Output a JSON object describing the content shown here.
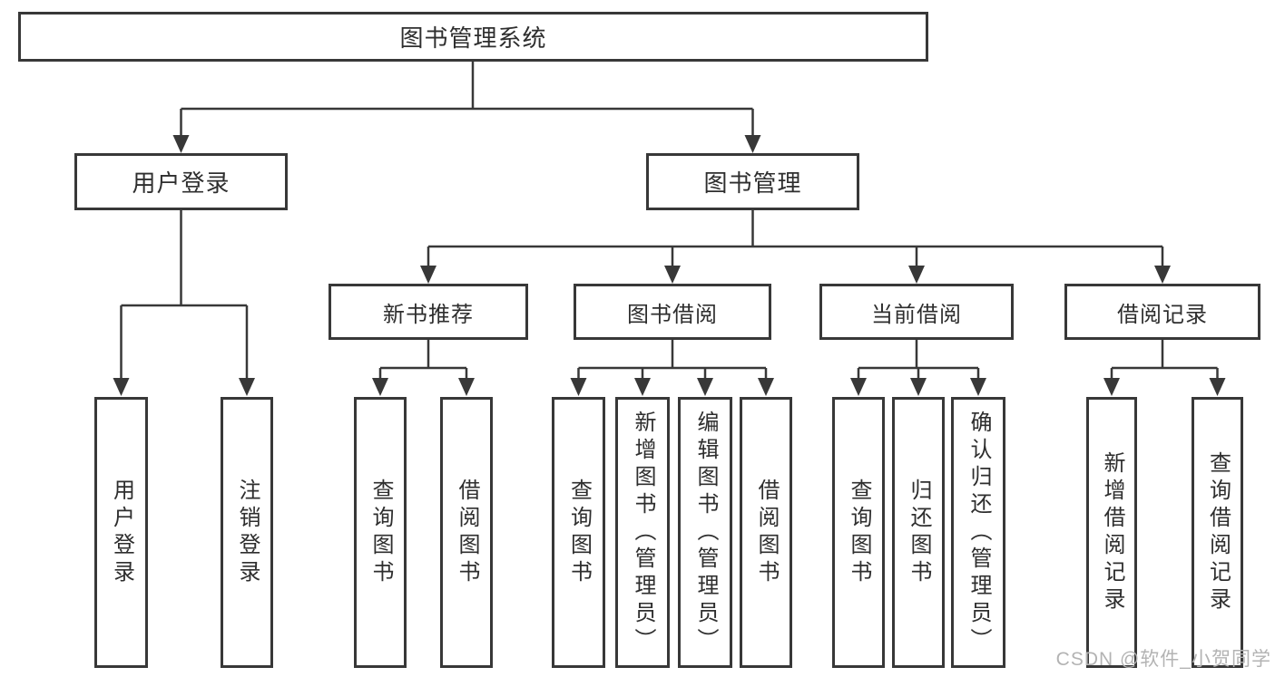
{
  "tree": {
    "root": {
      "label": "图书管理系统"
    },
    "branches": [
      {
        "label": "用户登录",
        "children": [
          {
            "label": "用户登录"
          },
          {
            "label": "注销登录"
          }
        ]
      },
      {
        "label": "图书管理",
        "children": [
          {
            "label": "新书推荐",
            "children": [
              {
                "label": "查询图书"
              },
              {
                "label": "借阅图书"
              }
            ]
          },
          {
            "label": "图书借阅",
            "children": [
              {
                "label": "查询图书"
              },
              {
                "label": "新增图书（管理员）"
              },
              {
                "label": "编辑图书（管理员）"
              },
              {
                "label": "借阅图书"
              }
            ]
          },
          {
            "label": "当前借阅",
            "children": [
              {
                "label": "查询图书"
              },
              {
                "label": "归还图书"
              },
              {
                "label": "确认归还（管理员）"
              }
            ]
          },
          {
            "label": "借阅记录",
            "children": [
              {
                "label": "新增借阅记录"
              },
              {
                "label": "查询借阅记录"
              }
            ]
          }
        ]
      }
    ]
  },
  "colors": {
    "line": "#383838",
    "text": "#2e2e2e",
    "watermark": "#b3b3b3",
    "background": "#ffffff"
  },
  "watermark": {
    "text": "CSDN @软件_小贺同学"
  }
}
